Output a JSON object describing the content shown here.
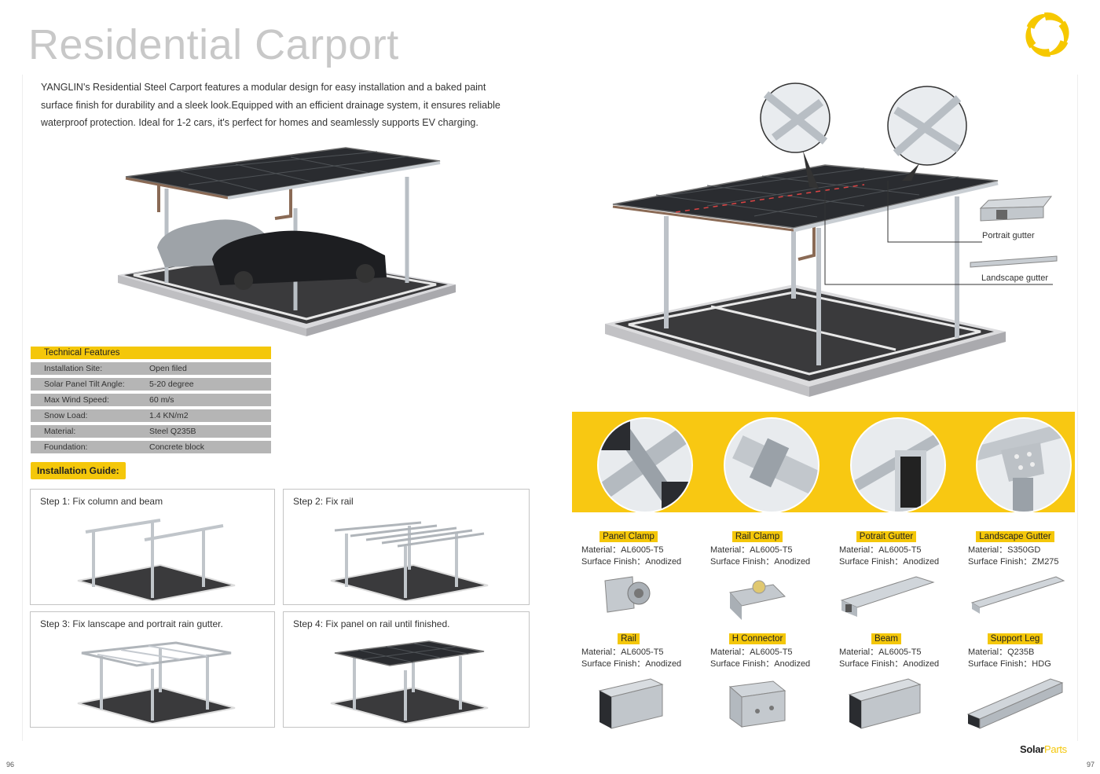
{
  "title": "Residential Carport",
  "description": "YANGLIN's Residential Steel Carport features a modular design for easy installation and a baked paint surface finish for durability and a sleek look.Equipped with an efficient drainage system, it ensures reliable waterproof protection. Ideal for 1-2 cars, it's perfect for homes and seamlessly supports EV charging.",
  "technical": {
    "heading": "Technical  Features",
    "rows": [
      {
        "label": "Installation Site:",
        "value": "Open filed"
      },
      {
        "label": "Solar Panel Tilt Angle:",
        "value": "5-20 degree"
      },
      {
        "label": "Max Wind Speed:",
        "value": "60 m/s"
      },
      {
        "label": "Snow Load:",
        "value": "1.4 KN/m2"
      },
      {
        "label": "Material:",
        "value": "Steel Q235B"
      },
      {
        "label": "Foundation:",
        "value": "Concrete block"
      }
    ]
  },
  "guide": {
    "heading": "Installation Guide:",
    "steps": [
      "Step 1: Fix column and beam",
      "Step 2: Fix rail",
      "Step 3: Fix lanscape and portrait rain gutter.",
      "Step 4: Fix panel on rail until finished."
    ]
  },
  "gutters": {
    "portrait": "Portrait gutter",
    "landscape": "Landscape gutter"
  },
  "parts": [
    {
      "name": "Panel Clamp",
      "material": "Material：AL6005-T5",
      "finish": "Surface Finish：Anodized"
    },
    {
      "name": "Rail Clamp",
      "material": "Material：AL6005-T5",
      "finish": "Surface Finish：Anodized"
    },
    {
      "name": "Potrait Gutter",
      "material": "Material：AL6005-T5",
      "finish": "Surface Finish：Anodized"
    },
    {
      "name": "Landscape Gutter",
      "material": "Material：S350GD",
      "finish": "Surface Finish：ZM275"
    },
    {
      "name": "Rail",
      "material": "Material：AL6005-T5",
      "finish": "Surface Finish：Anodized"
    },
    {
      "name": "H Connector",
      "material": "Material：AL6005-T5",
      "finish": "Surface Finish：Anodized"
    },
    {
      "name": "Beam",
      "material": "Material：AL6005-T5",
      "finish": "Surface Finish：Anodized"
    },
    {
      "name": "Support Leg",
      "material": "Material：Q235B",
      "finish": "Surface Finish：HDG"
    }
  ],
  "footer": {
    "brand_main": "Solar",
    "brand_accent": "Parts",
    "page_left": "96",
    "page_right": "97"
  },
  "colors": {
    "accent": "#f4c70a",
    "panel": "#2a2c30",
    "ground": "#3a3a3c",
    "steel": "#c9ced3"
  }
}
